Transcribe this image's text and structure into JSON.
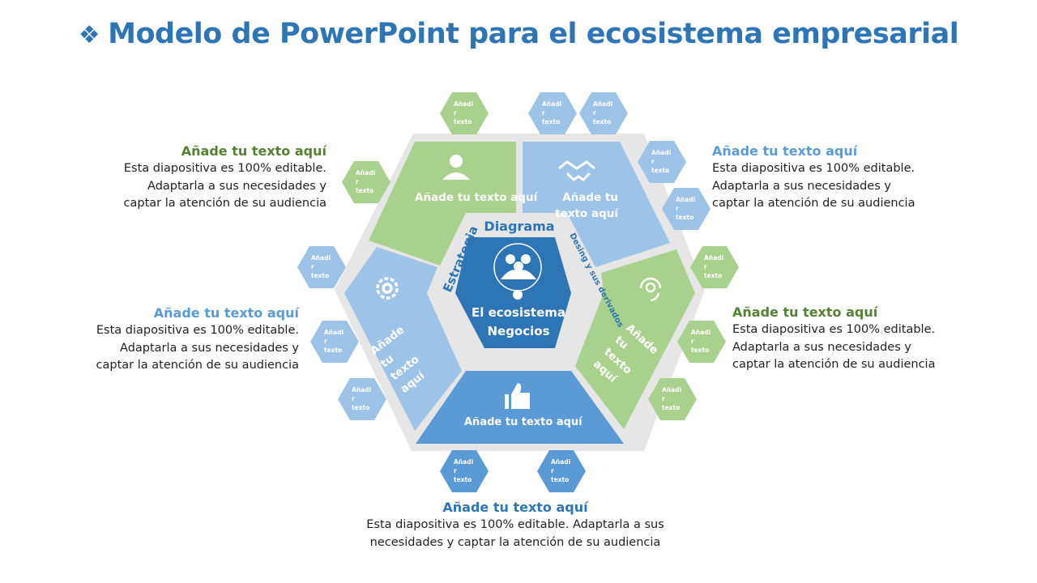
{
  "title": "Modelo de PowerPoint para el ecosistema empresarial",
  "title_icon": "diamond-cluster-icon",
  "colors": {
    "green": "#a9d18e",
    "light_blue": "#9dc3e6",
    "mid_blue": "#5b9bd5",
    "dark_blue": "#2e75b6",
    "gray": "#e7e6e6",
    "green_title": "#548235"
  },
  "center": {
    "line1": "El ecosistema",
    "line2": "Negocios",
    "top_label": "Diagrama",
    "left_label": "Estrategia",
    "right_label": "Desing y sus derivados",
    "icon": "team-icon"
  },
  "segments": [
    {
      "label": "Añade tu texto aquí",
      "icon": "support-agent-icon"
    },
    {
      "label": "Añade tu texto aquí",
      "icon": "handshake-icon"
    },
    {
      "label": "Añade tu texto aquí",
      "icon": "headset-icon"
    },
    {
      "label": "Añade tu texto aquí",
      "icon": "thumbs-up-icon"
    },
    {
      "label": "Añade tu texto aquí",
      "icon": "gear-target-icon"
    }
  ],
  "small_hex_text": "Añadi r texto",
  "text_blocks": [
    {
      "heading": "Añade tu texto aquí",
      "l1": "Esta diapositiva es 100% editable.",
      "l2": "Adaptarla a sus necesidades  y",
      "l3": "captar la atención de su audiencia"
    },
    {
      "heading": "Añade tu texto aquí",
      "l1": "Esta diapositiva es 100% editable.",
      "l2": "Adaptarla a sus necesidades  y",
      "l3": "captar la atención de su audiencia"
    },
    {
      "heading": "Añade tu texto aquí",
      "l1": "Esta diapositiva es 100% editable.",
      "l2": "Adaptarla a sus necesidades y",
      "l3": "captar la atención de su audiencia"
    },
    {
      "heading": "Añade tu texto aquí",
      "l1": "Esta diapositiva es 100% editable.",
      "l2": "Adaptarla a sus necesidades  y",
      "l3": "captar la atención de su audiencia"
    },
    {
      "heading": "Añade tu texto aquí",
      "l1": "Esta diapositiva es 100% editable. Adaptarla a sus",
      "l2": "necesidades y captar la atención de su audiencia"
    }
  ]
}
